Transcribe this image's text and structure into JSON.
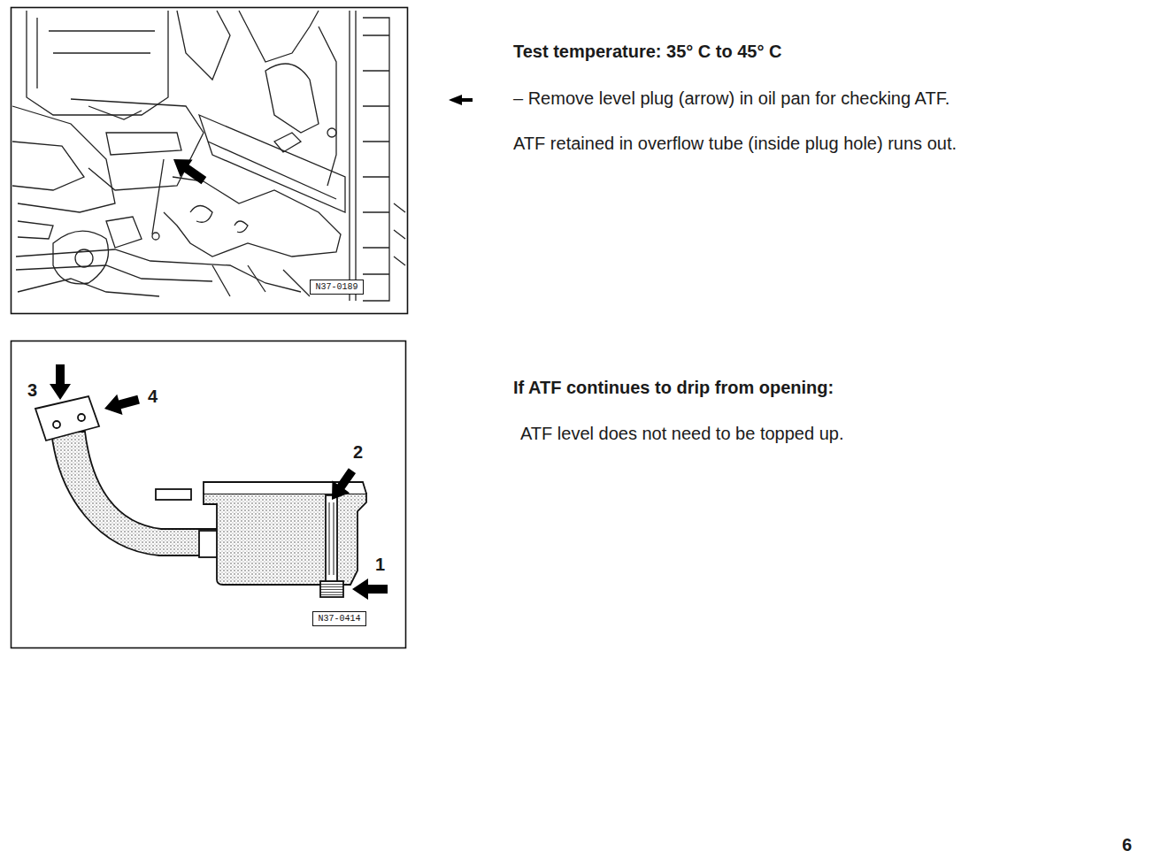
{
  "diagram": {
    "nodes": [
      {
        "text": [
          "N37-0189"
        ]
      },
      {
        "text": [
          "N37-0414"
        ]
      }
    ],
    "labels": [
      "Test temperature: 35° C to 45° C",
      "– Remove level plug (arrow) in oil pan for checking ATF.",
      "ATF retained in overflow tube (inside plug hole) runs out.",
      "If ATF continues to drip from opening:",
      "ATF level does not need to be topped up.",
      "3",
      "4",
      "2",
      "1",
      "6"
    ]
  }
}
